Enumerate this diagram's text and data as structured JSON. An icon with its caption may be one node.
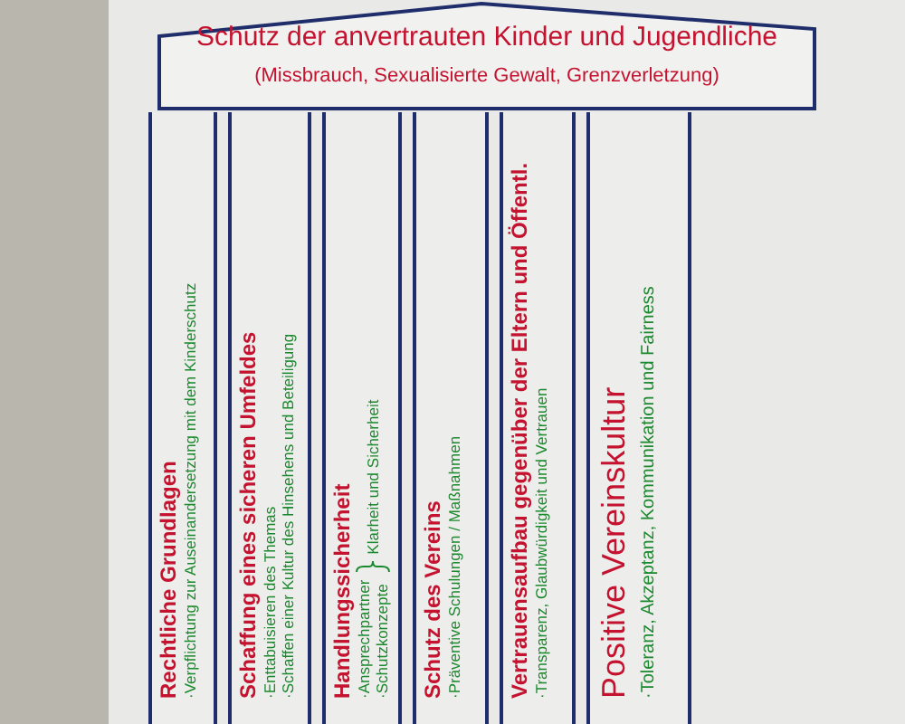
{
  "diagram": {
    "nodes": [
      {
        "text": [
          "Schutz der anvertrauten Kinder und Jugendliche",
          "(Missbrauch, Sexualisierte Gewalt, Grenzverletzung)"
        ]
      },
      {
        "text": [
          "Rechtliche Grundlagen",
          "·Verpflichtung zur Auseinandersetzung mit dem Kinderschutz"
        ]
      },
      {
        "text": [
          "Schaffung eines sicheren Umfeldes",
          "·Enttabuisieren des Themas",
          "·Schaffen einer Kultur des Hinsehens und Beteiligung"
        ]
      },
      {
        "text": [
          "Handlungssicherheit",
          "·Ansprechpartner",
          "·Schutzkonzepte",
          "Klarheit und Sicherheit"
        ]
      },
      {
        "text": [
          "Schutz des Vereins",
          "·Präventive Schulungen / Maßnahmen"
        ]
      },
      {
        "text": [
          "Vertrauensaufbau gegenüber der Eltern und Öffentl.",
          "·Transparenz, Glaubwürdigkeit und Vertrauen"
        ]
      },
      {
        "text": [
          "Positive Vereinskultur",
          "·Toleranz, Akzeptanz, Kommunikation und Fairness"
        ]
      }
    ]
  }
}
